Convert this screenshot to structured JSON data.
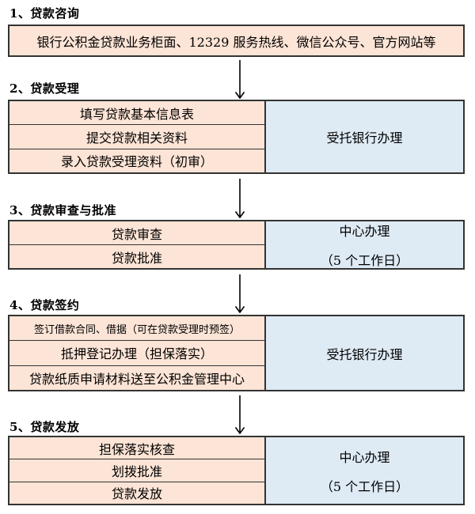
{
  "colors": {
    "background": "#ffffff",
    "step_fill": "#fce4d6",
    "handler_fill": "#deeaf4",
    "border": "#333333",
    "arrow": "#000000",
    "text": "#000000"
  },
  "flow": {
    "sections": [
      {
        "heading": "1、贷款咨询",
        "channels": "银行公积金贷款业务柜面、12329 服务热线、微信公众号、官方网站等"
      },
      {
        "heading": "2、贷款受理",
        "steps": [
          "填写贷款基本信息表",
          "提交贷款相关资料",
          "录入贷款受理资料（初审）"
        ],
        "handler_lines": [
          "受托银行办理"
        ]
      },
      {
        "heading": "3、贷款审查与批准",
        "steps": [
          "贷款审查",
          "贷款批准"
        ],
        "handler_lines": [
          "中心办理",
          "（5 个工作日）"
        ]
      },
      {
        "heading": "4、贷款签约",
        "steps": [
          "签订借款合同、借据（可在贷款受理时预签）",
          "抵押登记办理（担保落实）",
          "贷款纸质申请材料送至公积金管理中心"
        ],
        "handler_lines": [
          "受托银行办理"
        ]
      },
      {
        "heading": "5、贷款发放",
        "steps": [
          "担保落实核查",
          "划拨批准",
          "贷款发放"
        ],
        "handler_lines": [
          "中心办理",
          "（5 个工作日）"
        ]
      }
    ]
  }
}
